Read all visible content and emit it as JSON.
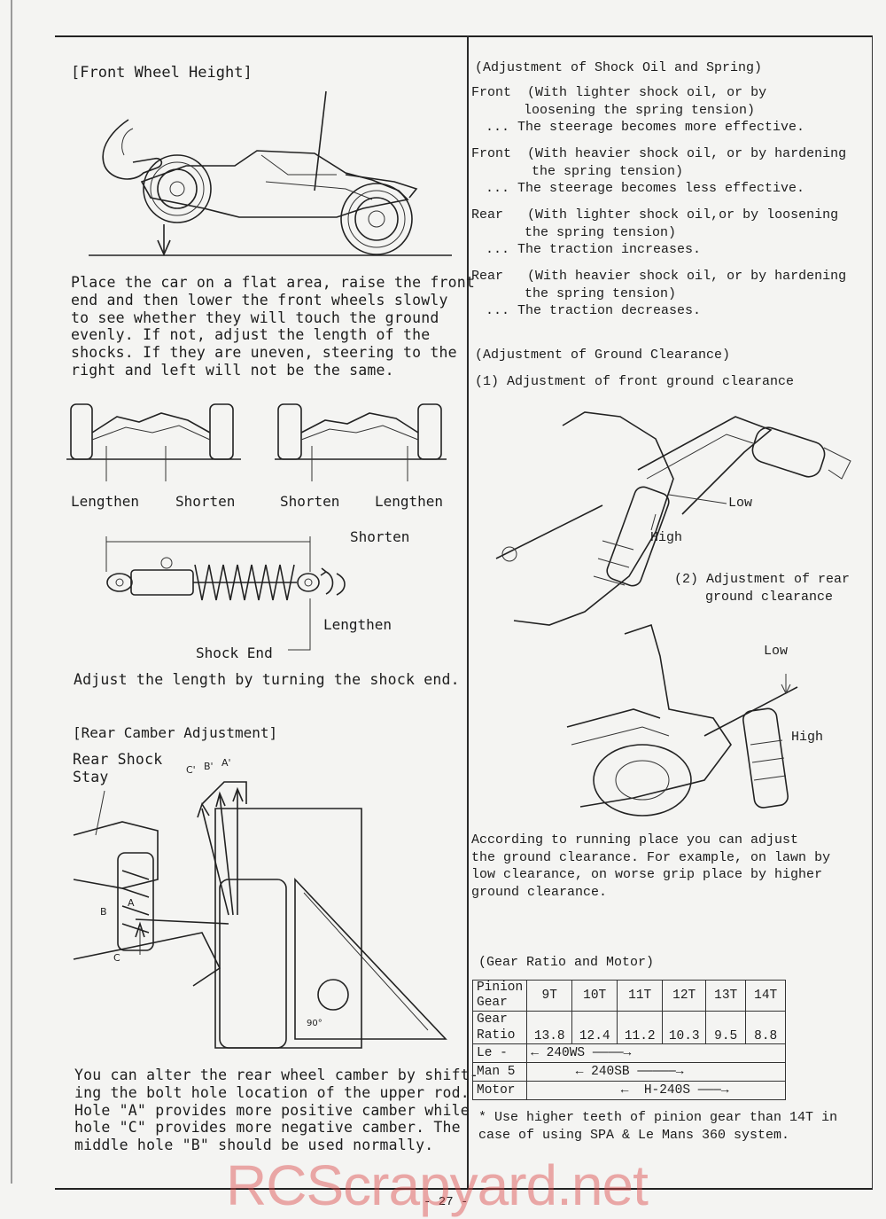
{
  "left": {
    "front_wheel_height": {
      "heading": "[Front Wheel Height]",
      "paragraph": [
        "Place the car on a flat area, raise the front",
        "end and then lower the front wheels slowly",
        "to see whether they will touch the ground",
        "evenly.  If not, adjust the length of the",
        "shocks.  If they are uneven, steering to the",
        "right and left will not be the same."
      ]
    },
    "shock_labels": [
      "Lengthen",
      "Shorten",
      "Shorten",
      "Lengthen"
    ],
    "shock_adjust": {
      "shorten": "Shorten",
      "lengthen": "Lengthen",
      "shock_end": "Shock End",
      "caption": "Adjust the length by turning the shock end."
    },
    "rear_camber": {
      "heading": "[Rear Camber Adjustment]",
      "stay_label": [
        "Rear Shock",
        "Stay"
      ],
      "hole_labels": [
        "C'",
        "B'",
        "A'",
        "A",
        "B",
        "C"
      ],
      "angle_label": "90°",
      "paragraph": [
        "You can alter the rear wheel camber by shift-",
        "ing the bolt hole location of the upper rod.",
        "Hole \"A\" provides more positive camber while",
        "hole \"C\" provides more negative camber.  The",
        "middle hole \"B\" should be used normally."
      ]
    }
  },
  "right": {
    "shock_oil": {
      "heading": "(Adjustment of Shock Oil and Spring)",
      "items": [
        {
          "pos": "Front",
          "lines": [
            "(With lighter shock oil, or by",
            "loosening the spring tension)"
          ],
          "result": "... The steerage becomes more effective."
        },
        {
          "pos": "Front",
          "lines": [
            "(With heavier shock oil, or by hardening",
            "the spring tension)"
          ],
          "result": "... The steerage becomes less effective."
        },
        {
          "pos": "Rear",
          "lines": [
            "(With lighter shock oil,or by loosening",
            "the  spring tension)"
          ],
          "result": "... The traction increases."
        },
        {
          "pos": "Rear",
          "lines": [
            "(With heavier shock oil, or by hardening",
            "the  spring tension)"
          ],
          "result": "... The traction decreases."
        }
      ]
    },
    "ground_clearance": {
      "heading": "(Adjustment of Ground Clearance)",
      "front_title": "(1) Adjustment of front ground clearance",
      "front_low": "Low",
      "front_high": "High",
      "rear_title": [
        "(2) Adjustment of rear",
        "ground clearance"
      ],
      "rear_low": "Low",
      "rear_high": "High",
      "paragraph": [
        "According to running place you can adjust",
        "the ground clearance.  For example, on lawn by",
        "low clearance, on worse grip place by higher",
        "ground clearance."
      ]
    },
    "gear": {
      "heading": "(Gear Ratio and Motor)",
      "pinion_label": [
        "Pinion",
        "Gear"
      ],
      "teeth": [
        "9T",
        "10T",
        "11T",
        "12T",
        "13T",
        "14T"
      ],
      "ratio_label": [
        "Gear",
        "Ratio"
      ],
      "ratios": [
        "13.8",
        "12.4",
        "11.2",
        "10.3",
        "9.5",
        "8.8"
      ],
      "motor_label": [
        "Le -",
        "Man 5",
        "Motor"
      ],
      "ranges": [
        "240WS",
        "240SB",
        "H-240S"
      ],
      "note": [
        "* Use higher teeth of pinion gear than 14T in",
        "case of using SPA & Le Mans 360 system."
      ]
    }
  },
  "page_number": "- 27 -",
  "watermark": "RCScrapyard.net"
}
